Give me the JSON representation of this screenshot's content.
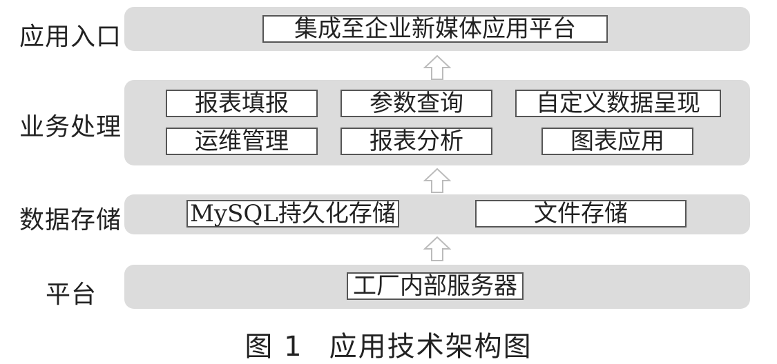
{
  "layers": {
    "app_entry": {
      "label": "应用入口",
      "boxes": [
        "集成至企业新媒体应用平台"
      ]
    },
    "business": {
      "label": "业务处理",
      "boxes": [
        "报表填报",
        "参数查询",
        "自定义数据呈现",
        "运维管理",
        "报表分析",
        "图表应用"
      ]
    },
    "storage": {
      "label": "数据存储",
      "boxes": [
        "MySQL持久化存储",
        "文件存储"
      ]
    },
    "platform": {
      "label": "平台",
      "boxes": [
        "工厂内部服务器"
      ]
    }
  },
  "caption": {
    "number": "图 1",
    "title": "应用技术架构图"
  },
  "colors": {
    "band": "#dcdcdc",
    "box_border": "#555555",
    "arrow_fill": "#ffffff",
    "arrow_stroke": "#bbbbbb"
  }
}
